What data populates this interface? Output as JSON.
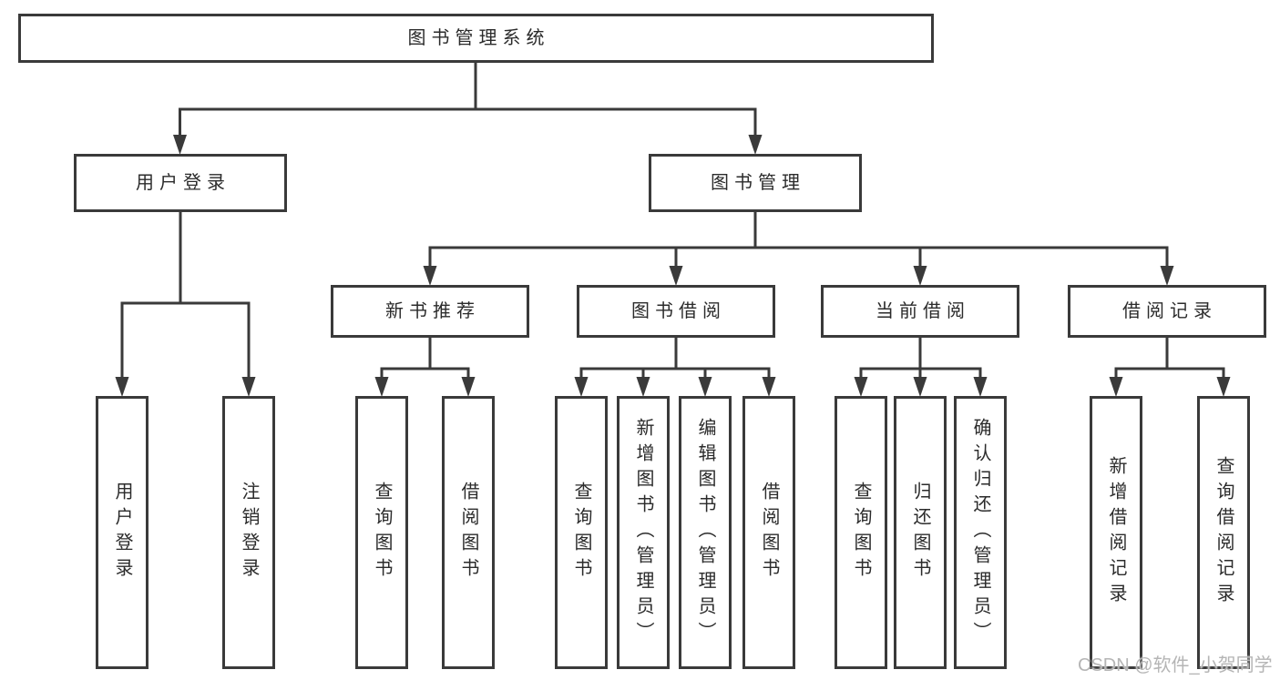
{
  "tree": {
    "label": "图书管理系统",
    "children": [
      {
        "label": "用户登录",
        "children": [
          {
            "label": "用户登录"
          },
          {
            "label": "注销登录"
          }
        ]
      },
      {
        "label": "图书管理",
        "children": [
          {
            "label": "新书推荐",
            "children": [
              {
                "label": "查询图书"
              },
              {
                "label": "借阅图书"
              }
            ]
          },
          {
            "label": "图书借阅",
            "children": [
              {
                "label": "查询图书"
              },
              {
                "label": "新增图书（管理员）"
              },
              {
                "label": "编辑图书（管理员）"
              },
              {
                "label": "借阅图书"
              }
            ]
          },
          {
            "label": "当前借阅",
            "children": [
              {
                "label": "查询图书"
              },
              {
                "label": "归还图书"
              },
              {
                "label": "确认归还（管理员）"
              }
            ]
          },
          {
            "label": "借阅记录",
            "children": [
              {
                "label": "新增借阅记录"
              },
              {
                "label": "查询借阅记录"
              }
            ]
          }
        ]
      }
    ]
  },
  "watermark": {
    "text": "CSDN @软件_小贺同学"
  },
  "colors": {
    "line": "#3a3a3a",
    "text": "#2b2b2b",
    "background": "#ffffff",
    "watermark": "#b5b5b5"
  }
}
